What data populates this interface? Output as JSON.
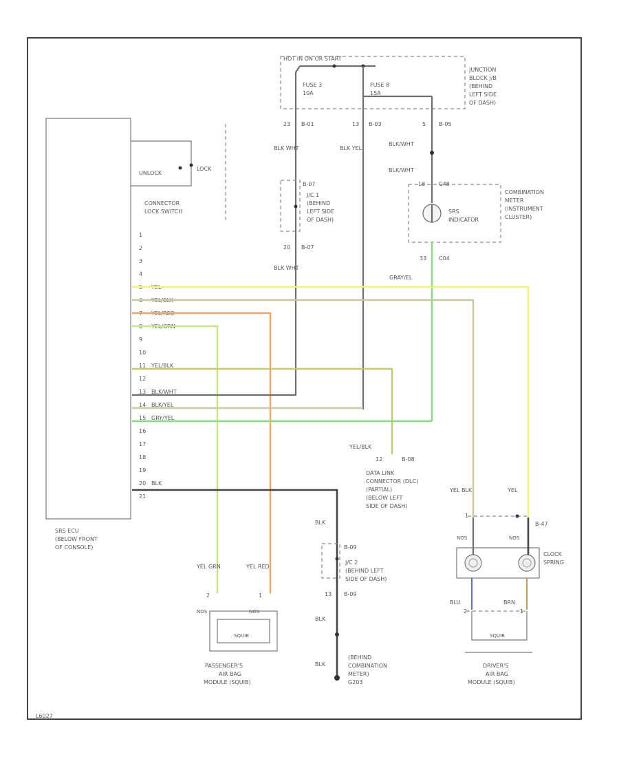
{
  "power": {
    "label": "HOT IN ON OR START"
  },
  "fuses": [
    {
      "name": "FUSE 3",
      "rating": "10A"
    },
    {
      "name": "FUSE 8",
      "rating": "15A"
    }
  ],
  "junction_block": {
    "lines": [
      "JUNCTION",
      "BLOCK J/B",
      "(BEHIND",
      "LEFT SIDE",
      "OF DASH)"
    ]
  },
  "connectors": {
    "c1": [
      "23",
      "B-01"
    ],
    "c2": [
      "13",
      "B-03"
    ],
    "c3": [
      "5",
      "B-05"
    ],
    "jc1": "B-07",
    "jc1_pin": "20",
    "meter_pin": [
      "18",
      "C48"
    ],
    "meter_pin2": [
      "33",
      "C04"
    ],
    "dlc": [
      "12",
      "B-08"
    ],
    "drv": [
      "1",
      "B-47"
    ],
    "jc2": "B-09",
    "jc2_pin": "13",
    "ground": "G203"
  },
  "wires": {
    "blk_wht": "BLK WHT",
    "blk_yel": "BLK YEL",
    "blkwht": "BLK/WHT",
    "gry_yel": "GRAY/EL",
    "yel_blk": "YEL/BLK",
    "yel_blk2": "YEL BLK",
    "yel": "YEL",
    "blk": "BLK",
    "yel_grn": "YEL GRN",
    "yel_red": "YEL RED",
    "blu": "BLU",
    "brn": "BRN",
    "nos": "NOS",
    "nos2": "NOS"
  },
  "srs_unit": {
    "lines": [
      "SRS ECU",
      "(BELOW FRONT",
      "OF CONSOLE)"
    ]
  },
  "connector_lock": {
    "unlock": "UNLOCK",
    "lock": "LOCK",
    "lines": [
      "CONNECTOR",
      "LOCK SWITCH"
    ]
  },
  "pins": [
    {
      "num": "1",
      "wire": ""
    },
    {
      "num": "2",
      "wire": ""
    },
    {
      "num": "3",
      "wire": ""
    },
    {
      "num": "4",
      "wire": ""
    },
    {
      "num": "5",
      "wire": "YEL"
    },
    {
      "num": "6",
      "wire": "YEL/BLK"
    },
    {
      "num": "7",
      "wire": "YEL/RED"
    },
    {
      "num": "8",
      "wire": "YEL/GRN"
    },
    {
      "num": "9",
      "wire": ""
    },
    {
      "num": "10",
      "wire": ""
    },
    {
      "num": "11",
      "wire": "YEL/BLK"
    },
    {
      "num": "12",
      "wire": ""
    },
    {
      "num": "13",
      "wire": "BLK/WHT"
    },
    {
      "num": "14",
      "wire": "BLK/YEL"
    },
    {
      "num": "15",
      "wire": "GRY/YEL"
    },
    {
      "num": "16",
      "wire": ""
    },
    {
      "num": "17",
      "wire": ""
    },
    {
      "num": "18",
      "wire": ""
    },
    {
      "num": "19",
      "wire": ""
    },
    {
      "num": "20",
      "wire": "BLK"
    },
    {
      "num": "21",
      "wire": ""
    }
  ],
  "jc1_label": {
    "lines": [
      "J/C 1",
      "(BEHIND",
      "LEFT SIDE",
      "OF DASH)"
    ]
  },
  "jc2_label": {
    "lines": [
      "J/C 2",
      "(BEHIND LEFT",
      "SIDE OF DASH)"
    ]
  },
  "combo_meter": {
    "lines": [
      "COMBINATION",
      "METER",
      "(INSTRUMENT",
      "CLUSTER)"
    ],
    "indicator": [
      "SRS",
      "INDICATOR"
    ]
  },
  "dlc_label": {
    "lines": [
      "DATA LINK",
      "CONNECTOR (DLC)",
      "(PARTIAL)",
      "(BELOW LEFT",
      "SIDE OF DASH)"
    ]
  },
  "clock_spring": {
    "lines": [
      "CLOCK",
      "SPRING"
    ]
  },
  "passenger_module": {
    "lines": [
      "PASSENGER'S",
      "AIR BAG",
      "MODULE (SQUIB)"
    ],
    "pins": [
      "2",
      "1"
    ],
    "squib": "SQUIB"
  },
  "driver_module": {
    "lines": [
      "DRIVER'S",
      "AIR BAG",
      "MODULE (SQUIB)"
    ],
    "pins": [
      "2",
      "1"
    ],
    "squib": "SQUIB"
  },
  "ground_label": {
    "lines": [
      "(BEHIND",
      "COMBINATION",
      "METER)"
    ]
  },
  "footer_code": "L6027"
}
